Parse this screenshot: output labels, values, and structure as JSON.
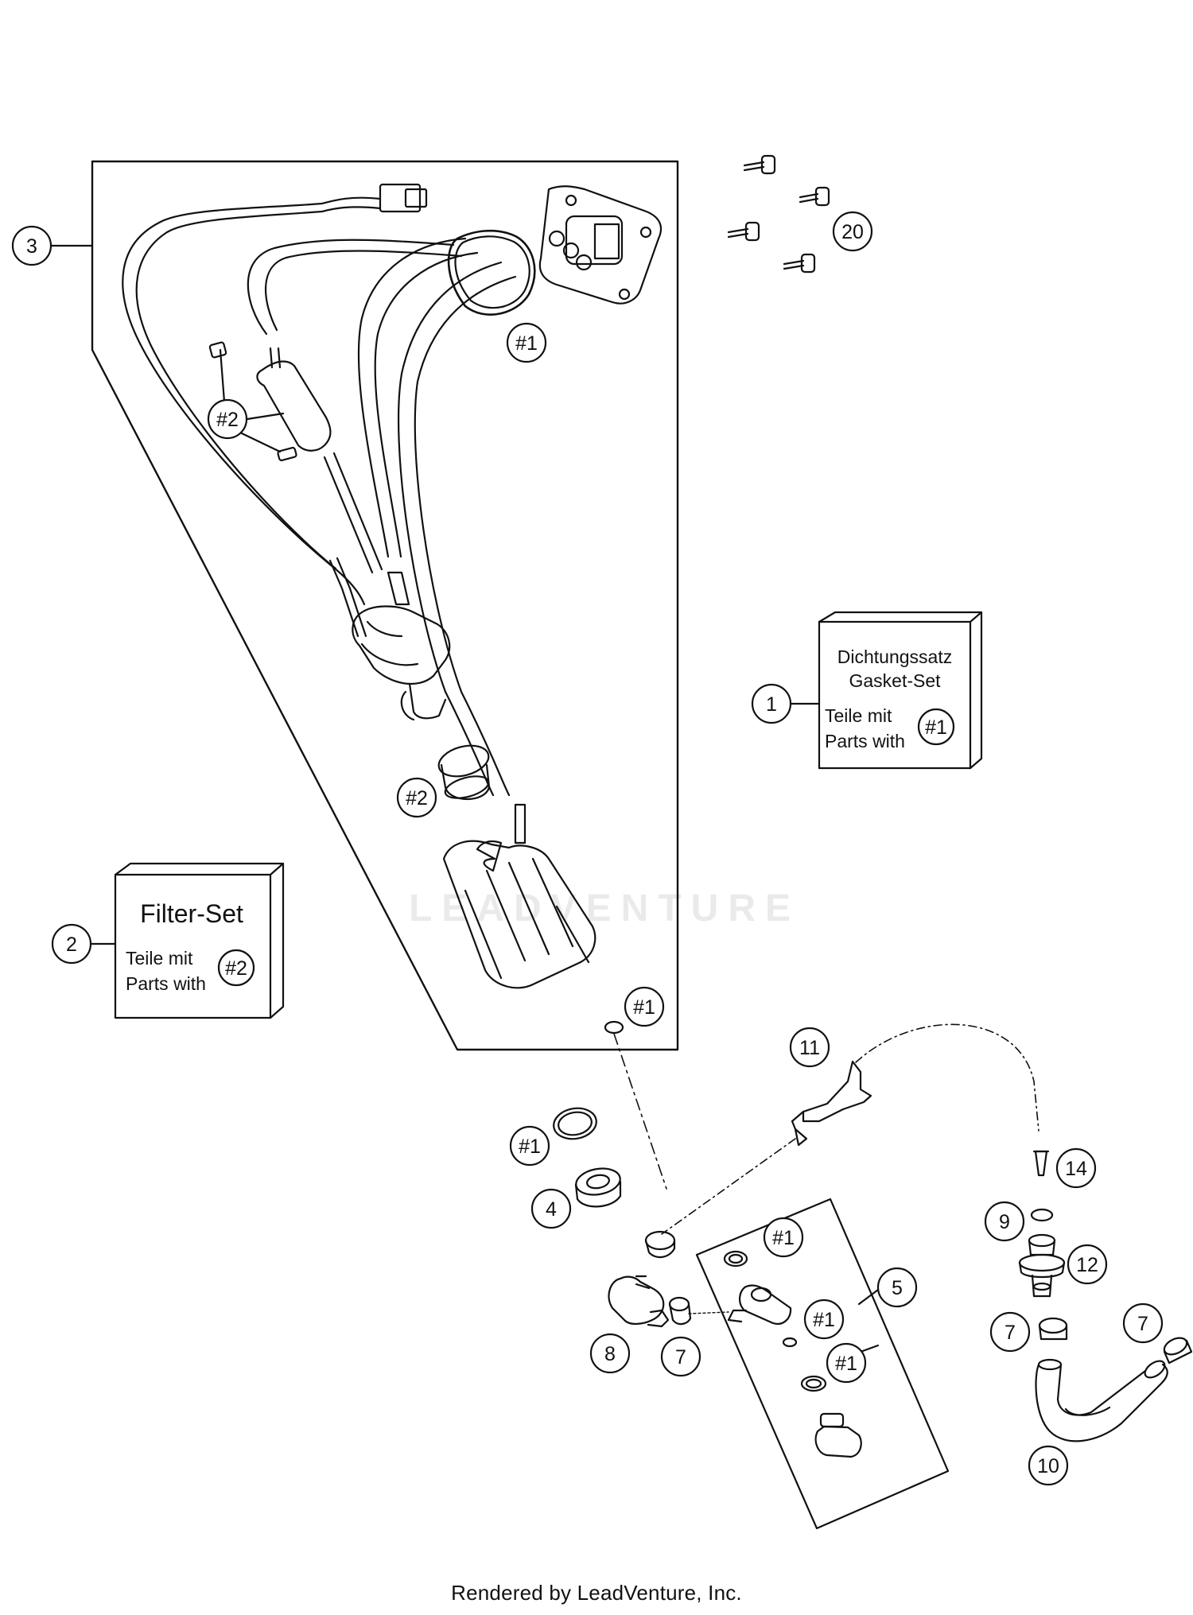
{
  "callouts": {
    "c1": "1",
    "c2": "2",
    "c3": "3",
    "c4": "4",
    "c5": "5",
    "c7a": "7",
    "c7b": "7",
    "c7c": "7",
    "c8": "8",
    "c9": "9",
    "c10": "10",
    "c11": "11",
    "c12": "12",
    "c14": "14",
    "c20": "20",
    "h1_gasket": "#1",
    "h1_fp_bottom": "#1",
    "h1_oring_a": "#1",
    "h1_panel_a": "#1",
    "h1_panel_b": "#1",
    "h1_panel_c": "#1",
    "h2_filter": "#2",
    "h2_strainer": "#2"
  },
  "gasket_set": {
    "line1": "Dichtungssatz",
    "line2": "Gasket-Set",
    "parts_de": "Teile mit",
    "parts_en": "Parts with",
    "ref": "#1"
  },
  "filter_set": {
    "title": "Filter-Set",
    "parts_de": "Teile mit",
    "parts_en": "Parts with",
    "ref": "#2"
  },
  "watermark": "LEADVENTURE",
  "footer": "Rendered by LeadVenture, Inc."
}
